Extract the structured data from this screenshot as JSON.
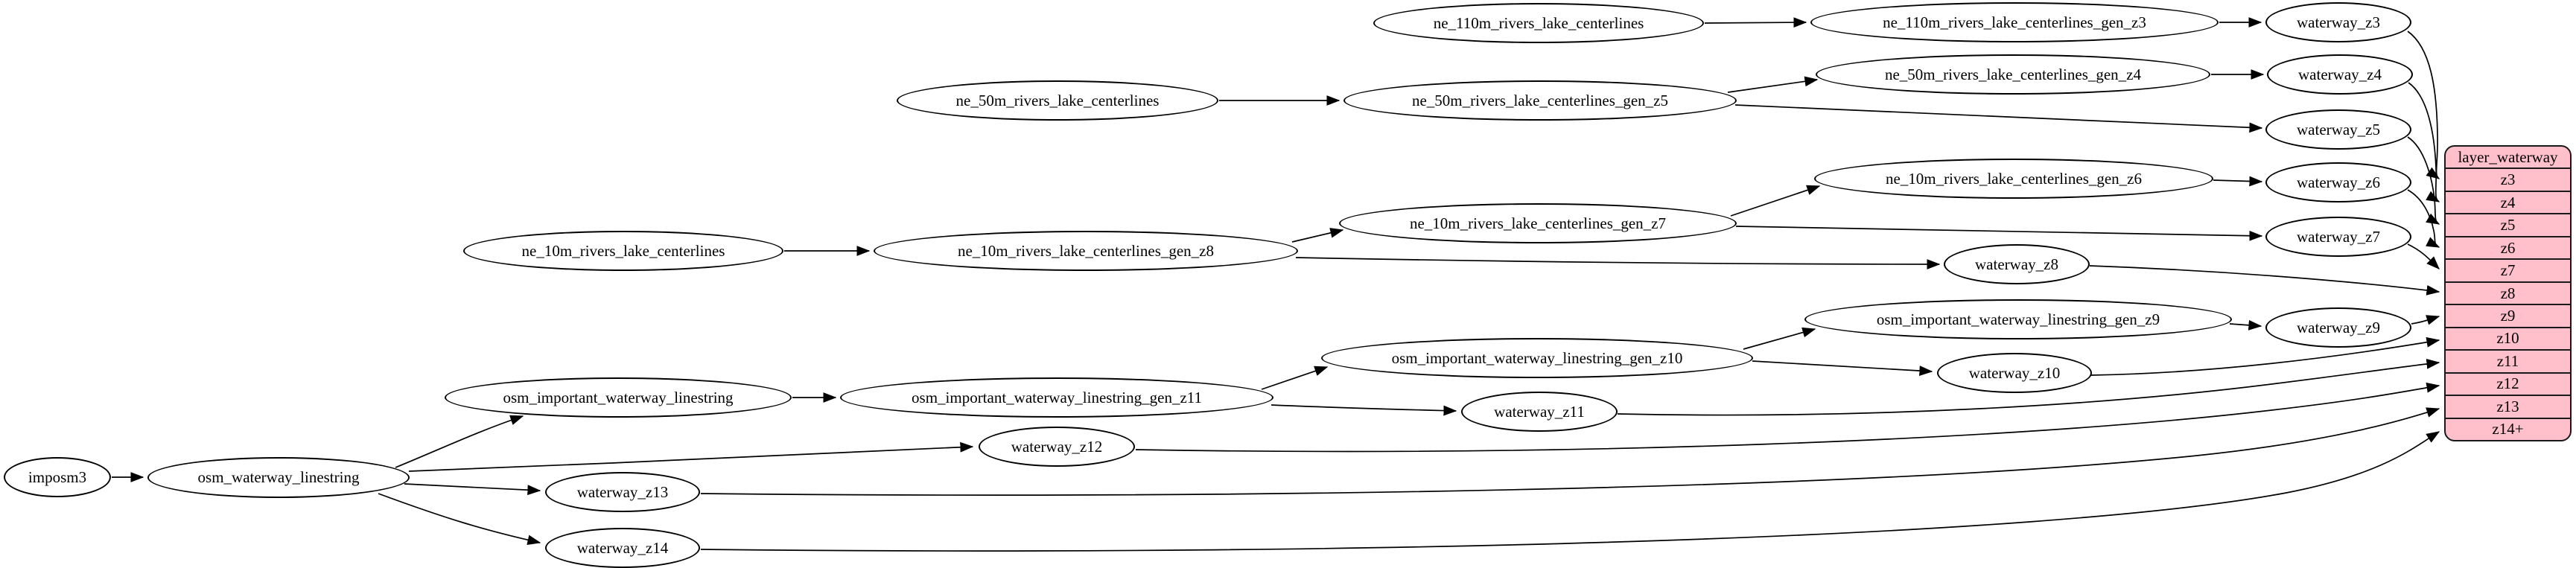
{
  "title": "layer_waterway ETL mapping diagram",
  "colors": {
    "background": "#ffffff",
    "node_fill": "#ffffff",
    "node_stroke": "#000000",
    "edge": "#000000",
    "table_fill": "#ffc0cb"
  },
  "nodes": {
    "imposm3": "imposm3",
    "osm_waterway_linestring": "osm_waterway_linestring",
    "osm_important_waterway_linestring": "osm_important_waterway_linestring",
    "osm_important_waterway_linestring_gen_z11": "osm_important_waterway_linestring_gen_z11",
    "osm_important_waterway_linestring_gen_z10": "osm_important_waterway_linestring_gen_z10",
    "osm_important_waterway_linestring_gen_z9": "osm_important_waterway_linestring_gen_z9",
    "ne_10m_rivers_lake_centerlines": "ne_10m_rivers_lake_centerlines",
    "ne_10m_rivers_lake_centerlines_gen_z8": "ne_10m_rivers_lake_centerlines_gen_z8",
    "ne_10m_rivers_lake_centerlines_gen_z7": "ne_10m_rivers_lake_centerlines_gen_z7",
    "ne_10m_rivers_lake_centerlines_gen_z6": "ne_10m_rivers_lake_centerlines_gen_z6",
    "ne_50m_rivers_lake_centerlines": "ne_50m_rivers_lake_centerlines",
    "ne_50m_rivers_lake_centerlines_gen_z5": "ne_50m_rivers_lake_centerlines_gen_z5",
    "ne_50m_rivers_lake_centerlines_gen_z4": "ne_50m_rivers_lake_centerlines_gen_z4",
    "ne_110m_rivers_lake_centerlines": "ne_110m_rivers_lake_centerlines",
    "ne_110m_rivers_lake_centerlines_gen_z3": "ne_110m_rivers_lake_centerlines_gen_z3",
    "waterway_z3": "waterway_z3",
    "waterway_z4": "waterway_z4",
    "waterway_z5": "waterway_z5",
    "waterway_z6": "waterway_z6",
    "waterway_z7": "waterway_z7",
    "waterway_z8": "waterway_z8",
    "waterway_z9": "waterway_z9",
    "waterway_z10": "waterway_z10",
    "waterway_z11": "waterway_z11",
    "waterway_z12": "waterway_z12",
    "waterway_z13": "waterway_z13",
    "waterway_z14": "waterway_z14"
  },
  "table": {
    "title": "layer_waterway",
    "rows": [
      "z3",
      "z4",
      "z5",
      "z6",
      "z7",
      "z8",
      "z9",
      "z10",
      "z11",
      "z12",
      "z13",
      "z14+"
    ]
  },
  "edges": [
    [
      "imposm3",
      "osm_waterway_linestring"
    ],
    [
      "osm_waterway_linestring",
      "osm_important_waterway_linestring"
    ],
    [
      "osm_waterway_linestring",
      "waterway_z12"
    ],
    [
      "osm_waterway_linestring",
      "waterway_z13"
    ],
    [
      "osm_waterway_linestring",
      "waterway_z14"
    ],
    [
      "osm_important_waterway_linestring",
      "osm_important_waterway_linestring_gen_z11"
    ],
    [
      "osm_important_waterway_linestring_gen_z11",
      "osm_important_waterway_linestring_gen_z10"
    ],
    [
      "osm_important_waterway_linestring_gen_z11",
      "waterway_z11"
    ],
    [
      "osm_important_waterway_linestring_gen_z10",
      "osm_important_waterway_linestring_gen_z9"
    ],
    [
      "osm_important_waterway_linestring_gen_z10",
      "waterway_z10"
    ],
    [
      "osm_important_waterway_linestring_gen_z9",
      "waterway_z9"
    ],
    [
      "ne_110m_rivers_lake_centerlines",
      "ne_110m_rivers_lake_centerlines_gen_z3"
    ],
    [
      "ne_110m_rivers_lake_centerlines_gen_z3",
      "waterway_z3"
    ],
    [
      "ne_50m_rivers_lake_centerlines",
      "ne_50m_rivers_lake_centerlines_gen_z5"
    ],
    [
      "ne_50m_rivers_lake_centerlines_gen_z5",
      "ne_50m_rivers_lake_centerlines_gen_z4"
    ],
    [
      "ne_50m_rivers_lake_centerlines_gen_z5",
      "waterway_z5"
    ],
    [
      "ne_50m_rivers_lake_centerlines_gen_z4",
      "waterway_z4"
    ],
    [
      "ne_10m_rivers_lake_centerlines",
      "ne_10m_rivers_lake_centerlines_gen_z8"
    ],
    [
      "ne_10m_rivers_lake_centerlines_gen_z8",
      "ne_10m_rivers_lake_centerlines_gen_z7"
    ],
    [
      "ne_10m_rivers_lake_centerlines_gen_z8",
      "waterway_z8"
    ],
    [
      "ne_10m_rivers_lake_centerlines_gen_z7",
      "ne_10m_rivers_lake_centerlines_gen_z6"
    ],
    [
      "ne_10m_rivers_lake_centerlines_gen_z7",
      "waterway_z7"
    ],
    [
      "ne_10m_rivers_lake_centerlines_gen_z6",
      "waterway_z6"
    ],
    [
      "waterway_z3",
      "layer_waterway.z3"
    ],
    [
      "waterway_z4",
      "layer_waterway.z4"
    ],
    [
      "waterway_z5",
      "layer_waterway.z5"
    ],
    [
      "waterway_z6",
      "layer_waterway.z6"
    ],
    [
      "waterway_z7",
      "layer_waterway.z7"
    ],
    [
      "waterway_z8",
      "layer_waterway.z8"
    ],
    [
      "waterway_z9",
      "layer_waterway.z9"
    ],
    [
      "waterway_z10",
      "layer_waterway.z10"
    ],
    [
      "waterway_z11",
      "layer_waterway.z11"
    ],
    [
      "waterway_z12",
      "layer_waterway.z12"
    ],
    [
      "waterway_z13",
      "layer_waterway.z13"
    ],
    [
      "waterway_z14",
      "layer_waterway.z14+"
    ]
  ]
}
